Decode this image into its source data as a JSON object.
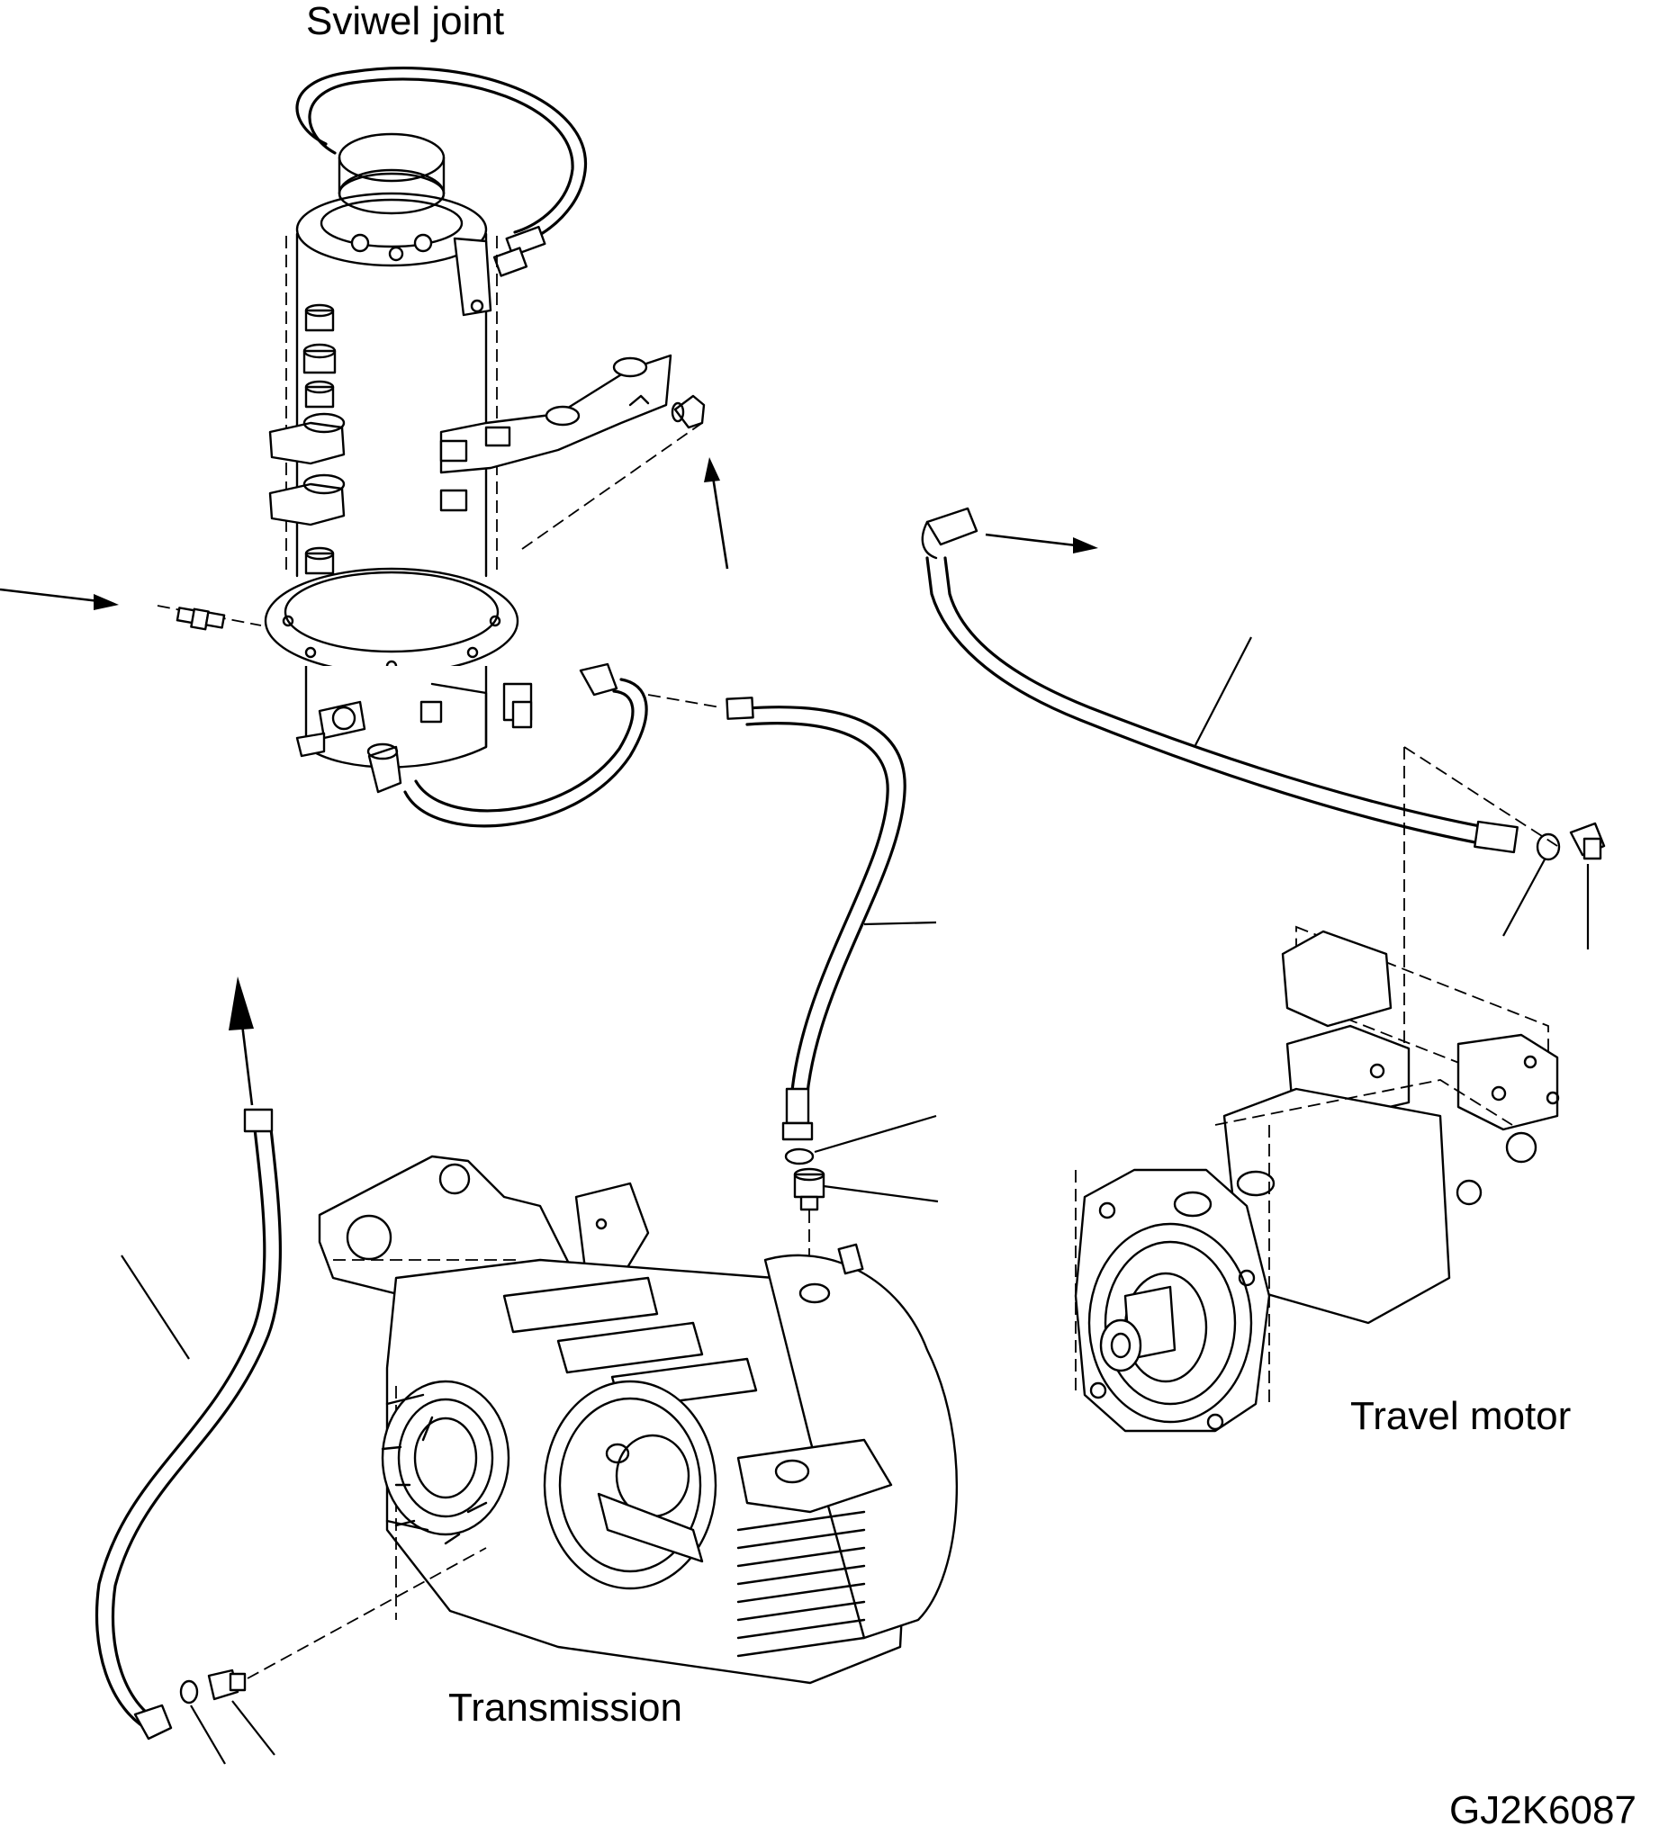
{
  "diagram": {
    "title": "",
    "figure_code": "GJ2K6087",
    "components": [
      {
        "id": "swivel-joint",
        "label": "Sviwel joint"
      },
      {
        "id": "travel-motor",
        "label": "Travel motor"
      },
      {
        "id": "transmission",
        "label": "Transmission"
      }
    ],
    "line_color": "#000000",
    "background": "#ffffff"
  }
}
